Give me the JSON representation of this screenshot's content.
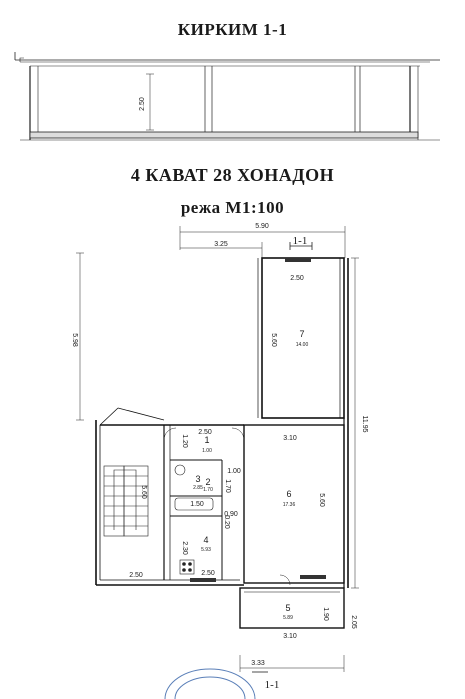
{
  "section_title": "КИРКИМ 1-1",
  "plan_title": "4 КАВАТ 28 ХОНАДОН",
  "scale_label": "режа М1:100",
  "section_height": "2.50",
  "dimensions": {
    "overall_width": "5.90",
    "top_left_offset": "3.25",
    "left_upper_height": "5.98",
    "room7_width": "2.50",
    "room7_height": "5.60",
    "total_height": "11.95",
    "hall_width": "2.50",
    "hall_height": "1.20",
    "room6_width": "3.10",
    "room6_height": "5.60",
    "wc_dim_a": "1.00",
    "wc_dim_b": "1.70",
    "bath_label": "1.50",
    "bath_dim": "0.90",
    "bath_dim_b": "0.20",
    "kitchen_height": "2.30",
    "kitchen_width": "2.50",
    "stair_height": "5.60",
    "stair_width": "2.50",
    "balcony_width": "3.10",
    "balcony_height": "1.90",
    "balcony_outer": "2.05",
    "bottom_width": "3.33"
  },
  "rooms": [
    {
      "number": "1",
      "area": "1.00"
    },
    {
      "number": "2",
      "area": "1.70"
    },
    {
      "number": "3",
      "area": "2.85"
    },
    {
      "number": "4",
      "area": "5.93"
    },
    {
      "number": "5",
      "area": "5.89"
    },
    {
      "number": "6",
      "area": "17.36"
    },
    {
      "number": "7",
      "area": "14.00"
    }
  ],
  "section_marks": {
    "top": "1-1",
    "bottom": "1-1"
  }
}
